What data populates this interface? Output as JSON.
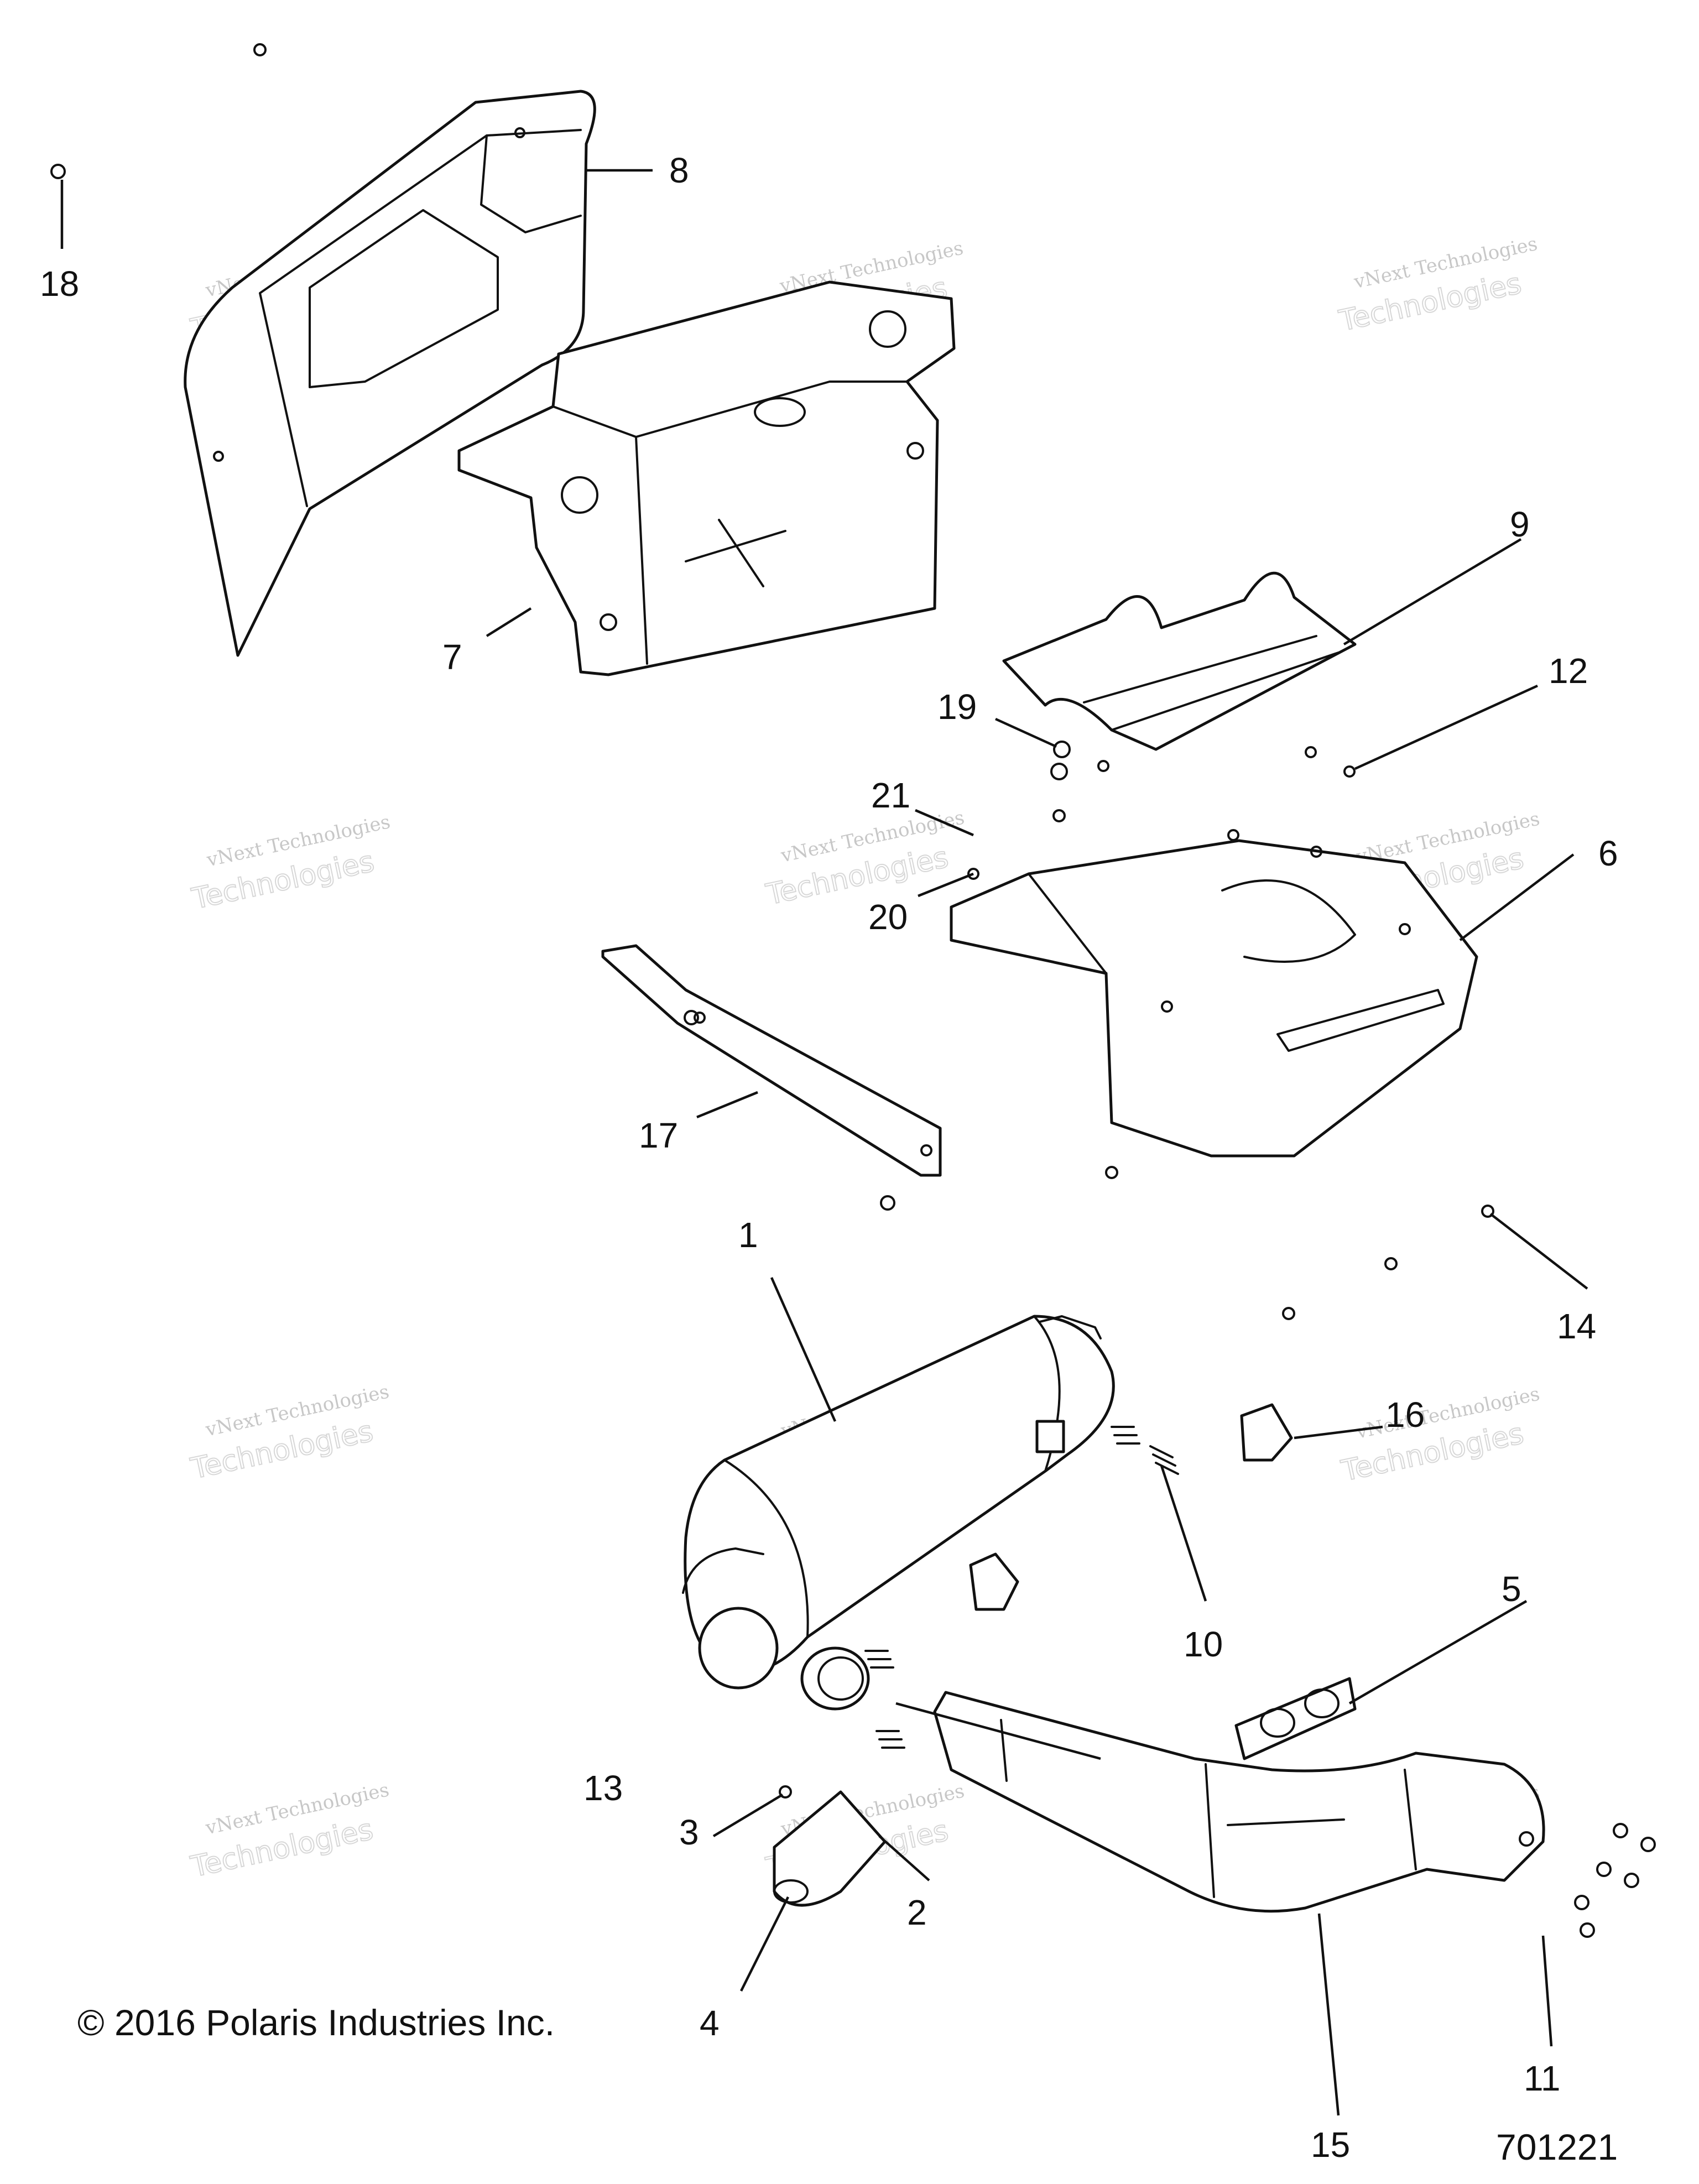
{
  "diagram": {
    "copyright": "© 2016 Polaris Industries Inc.",
    "figure_number": "701221",
    "watermark_line1": "vNext Technologies",
    "watermark_line2": "Technologies",
    "callouts": [
      "1",
      "2",
      "3",
      "4",
      "5",
      "6",
      "7",
      "8",
      "9",
      "10",
      "11",
      "12",
      "13",
      "14",
      "15",
      "16",
      "17",
      "18",
      "19",
      "20",
      "21"
    ]
  }
}
